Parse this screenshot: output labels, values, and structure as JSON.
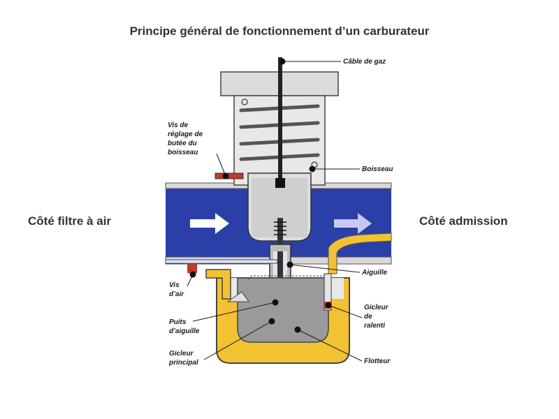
{
  "title": "Principe général de fonctionnement d’un carburateur",
  "left_label": "Côté filtre à air",
  "right_label": "Côté admission",
  "labels": {
    "cable": "Câble de gaz",
    "vis_reglage": [
      "Vis de",
      "réglage de",
      "butée du",
      "boisseau"
    ],
    "boisseau": "Boisseau",
    "aiguille": "Aiguille",
    "vis_air": [
      "Vis",
      "d’air"
    ],
    "gicleur_ralenti": [
      "Gicleur",
      "de",
      "ralenti"
    ],
    "puits": [
      "Puits",
      "d’aiguille"
    ],
    "gicleur_principal": [
      "Gicleur",
      "principal"
    ],
    "flotteur": "Flotteur"
  },
  "colors": {
    "air_flow": "#2b3fa8",
    "fuel": "#f2c233",
    "body": "#dcdcdc",
    "float": "#9a9a9a",
    "fitting_red": "#c0392b"
  }
}
